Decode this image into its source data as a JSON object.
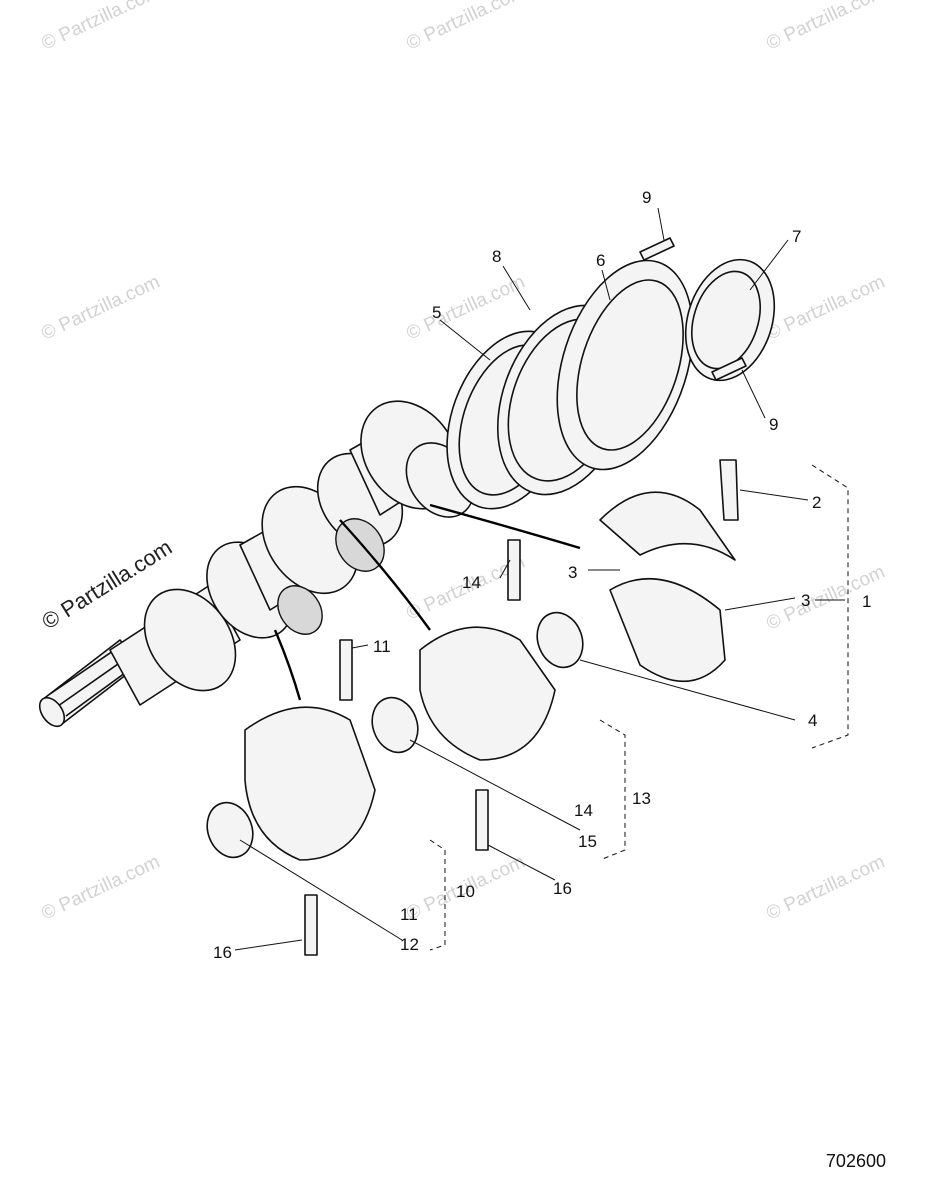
{
  "diagram": {
    "figure_number": "702600",
    "watermark_text": "© Partzilla.com",
    "callouts": [
      "1",
      "2",
      "3",
      "3",
      "4",
      "5",
      "6",
      "7",
      "8",
      "9",
      "9",
      "10",
      "11",
      "11",
      "12",
      "13",
      "14",
      "14",
      "15",
      "16",
      "16"
    ]
  }
}
